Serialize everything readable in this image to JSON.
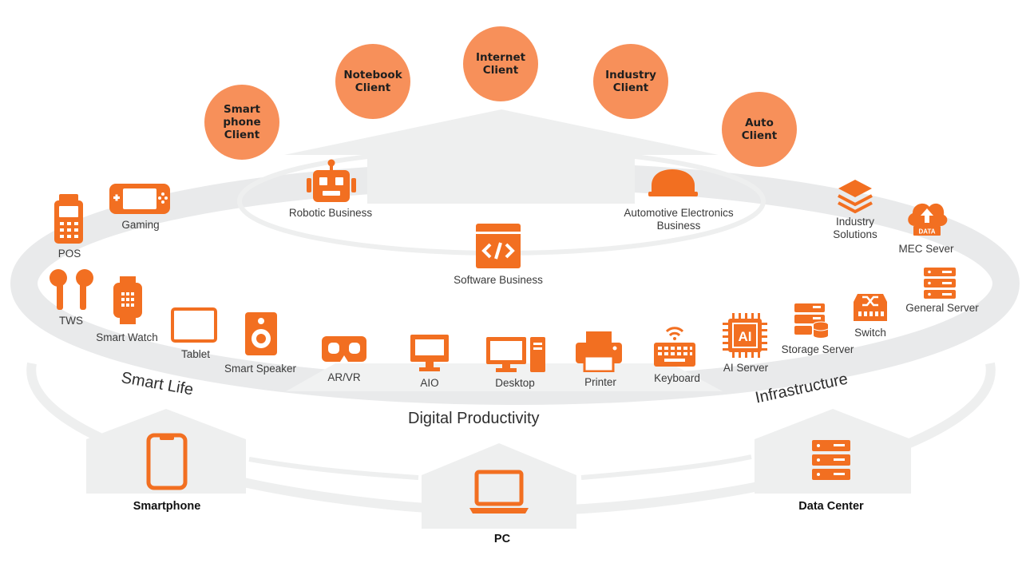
{
  "colors": {
    "accent": "#f26f21",
    "circle": "#f7905a",
    "ring": "#e8e9ea",
    "house": "#eeefef"
  },
  "clients": [
    {
      "label": "Smart\nphone\nClient"
    },
    {
      "label": "Notebook\nClient"
    },
    {
      "label": "Internet\nClient"
    },
    {
      "label": "Industry\nClient"
    },
    {
      "label": "Auto\nClient"
    }
  ],
  "businesses": {
    "robotic": "Robotic Business",
    "automotive": "Automotive Electronics\nBusiness",
    "software": "Software Business"
  },
  "sections": {
    "smart_life": "Smart Life",
    "digital_productivity": "Digital Productivity",
    "infrastructure": "Infrastructure"
  },
  "smart_life_devices": {
    "gaming": "Gaming",
    "pos": "POS",
    "tws": "TWS",
    "smart_watch": "Smart Watch",
    "tablet": "Tablet",
    "smart_speaker": "Smart Speaker"
  },
  "productivity_devices": {
    "arvr": "AR/VR",
    "aio": "AIO",
    "desktop": "Desktop",
    "printer": "Printer",
    "keyboard": "Keyboard"
  },
  "infrastructure_devices": {
    "ai_server": "AI Server",
    "storage_server": "Storage Server",
    "switch": "Switch",
    "general_server": "General Server",
    "mec_server": "MEC Sever",
    "industry_solutions": "Industry\nSolutions",
    "data_badge": "DATA"
  },
  "platforms": {
    "smartphone": "Smartphone",
    "pc": "PC",
    "data_center": "Data Center"
  }
}
